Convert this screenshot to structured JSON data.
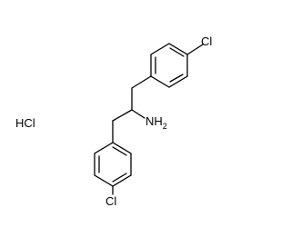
{
  "molecule": {
    "salt_label": "HCl",
    "amine_label": "NH",
    "amine_subscript": "2",
    "chlorine_top": "Cl",
    "chlorine_bottom": "Cl"
  },
  "colors": {
    "bond": "#000000",
    "text": "#000000",
    "background": "#ffffff"
  }
}
